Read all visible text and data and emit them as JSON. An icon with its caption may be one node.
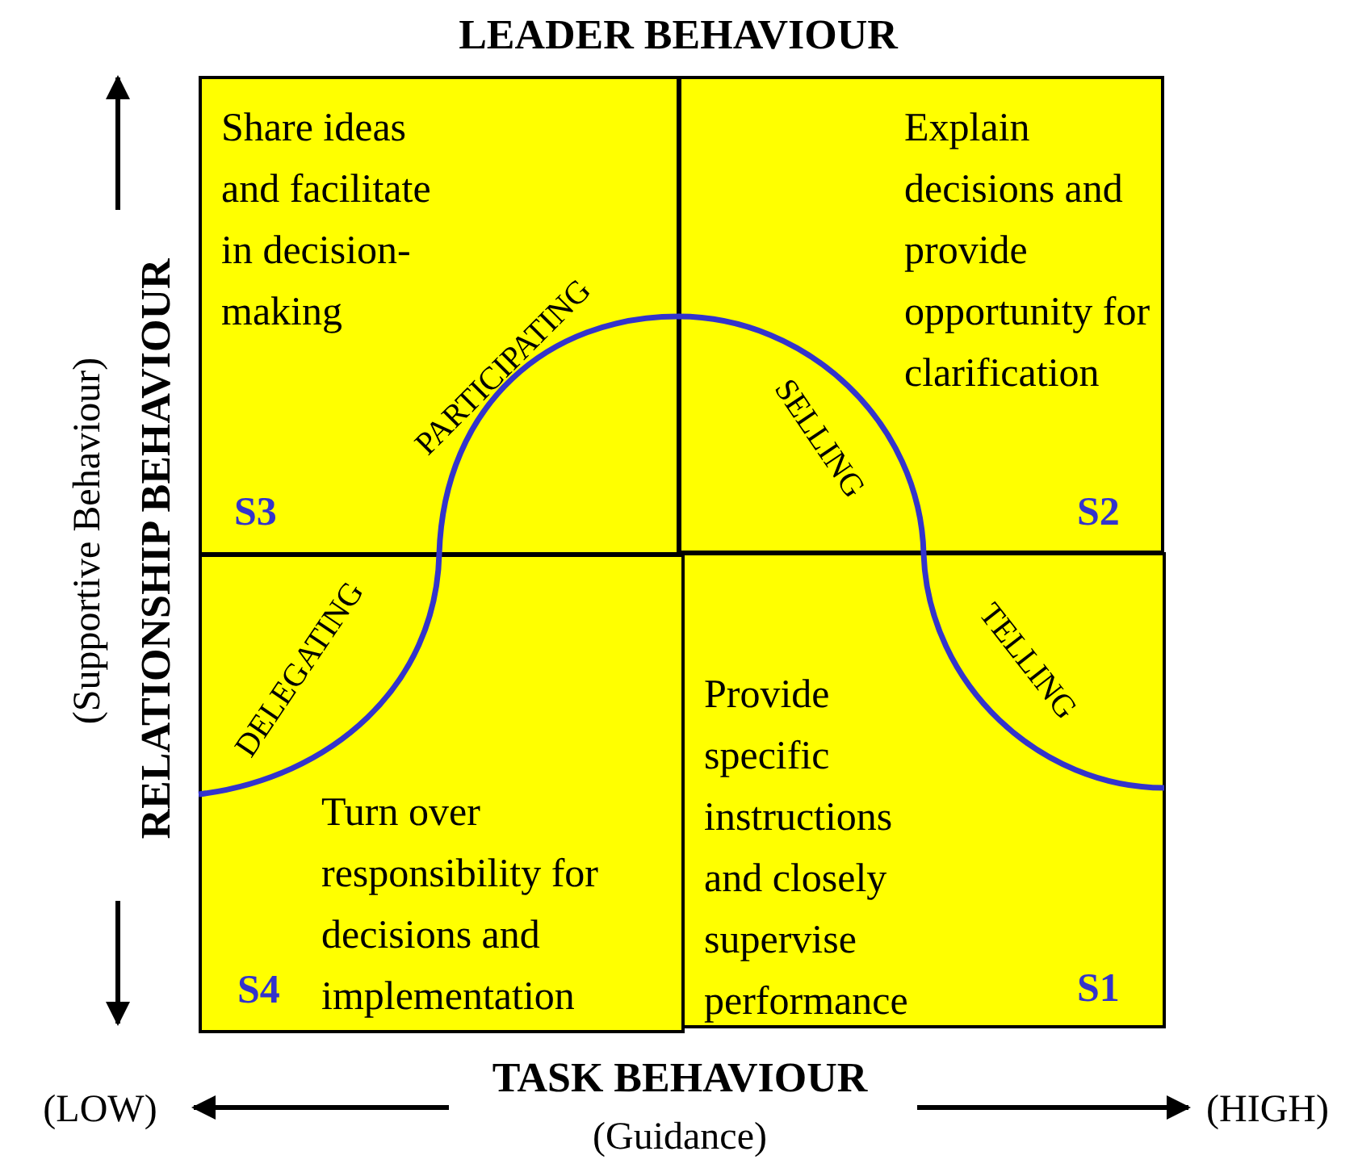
{
  "diagram": {
    "title": "LEADER BEHAVIOUR",
    "nodes": [
      {
        "text": [
          "Share ideas and facilitate in decision-making",
          "S3"
        ]
      },
      {
        "text": [
          "Explain decisions and provide opportunity for clarification",
          "S2"
        ]
      },
      {
        "text": [
          "S4",
          "Turn over responsibility for decisions and implementation"
        ]
      },
      {
        "text": [
          "Provide specific instructions and closely supervise performance",
          "S1"
        ]
      }
    ],
    "labels": [
      "(Supportive Behaviour)",
      "RELATIONSHIP BEHAVIOUR",
      "PARTICIPATING",
      "SELLING",
      "DELEGATING",
      "TELLING",
      "(LOW)",
      "TASK BEHAVIOUR",
      "(HIGH)",
      "(Guidance)"
    ]
  }
}
